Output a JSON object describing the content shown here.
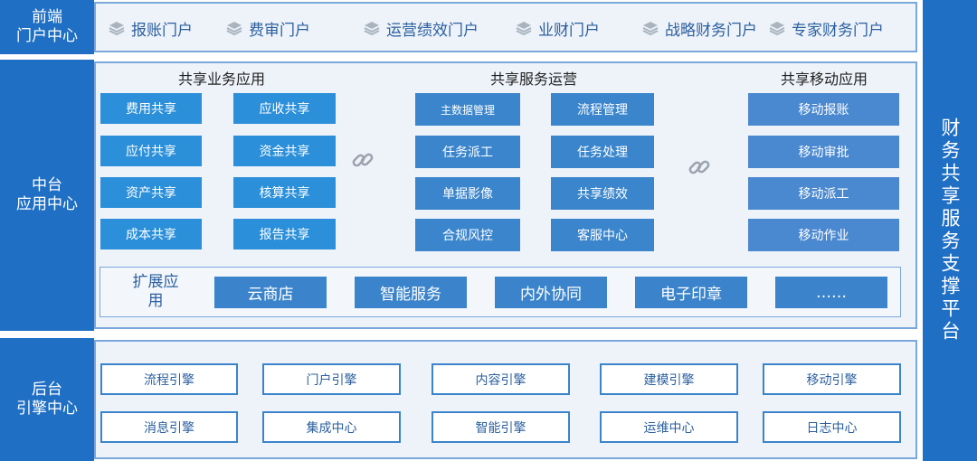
{
  "front": {
    "label_line1": "前端",
    "label_line2": "门户中心",
    "portals": [
      "报账门户",
      "费审门户",
      "运营绩效门户",
      "业财门户",
      "战略财务门户",
      "专家财务门户"
    ]
  },
  "middle": {
    "label_line1": "中台",
    "label_line2": "应用中心",
    "shared_business": {
      "title": "共享业务应用",
      "col1": [
        "费用共享",
        "应付共享",
        "资产共享",
        "成本共享"
      ],
      "col2": [
        "应收共享",
        "资金共享",
        "核算共享",
        "报告共享"
      ]
    },
    "shared_service": {
      "title": "共享服务运营",
      "col1": [
        "主数据管理",
        "任务派工",
        "单据影像",
        "合规风控"
      ],
      "col2": [
        "流程管理",
        "任务处理",
        "共享绩效",
        "客服中心"
      ]
    },
    "shared_mobile": {
      "title": "共享移动应用",
      "items": [
        "移动报账",
        "移动审批",
        "移动派工",
        "移动作业"
      ]
    },
    "extension": {
      "label_line1": "扩展应",
      "label_line2": "用",
      "items": [
        "云商店",
        "智能服务",
        "内外协同",
        "电子印章",
        "……"
      ]
    }
  },
  "back": {
    "label_line1": "后台",
    "label_line2": "引擎中心",
    "row1": [
      "流程引擎",
      "门户引擎",
      "内容引擎",
      "建模引擎",
      "移动引擎"
    ],
    "row2": [
      "消息引擎",
      "集成中心",
      "智能引擎",
      "运维中心",
      "日志中心"
    ]
  },
  "platform": {
    "title": "财务共享服务支撑平台"
  },
  "colors": {
    "primary": "#1f6fc4",
    "panel_border": "#7aa7dc",
    "panel_bg": "#eef3fa"
  }
}
